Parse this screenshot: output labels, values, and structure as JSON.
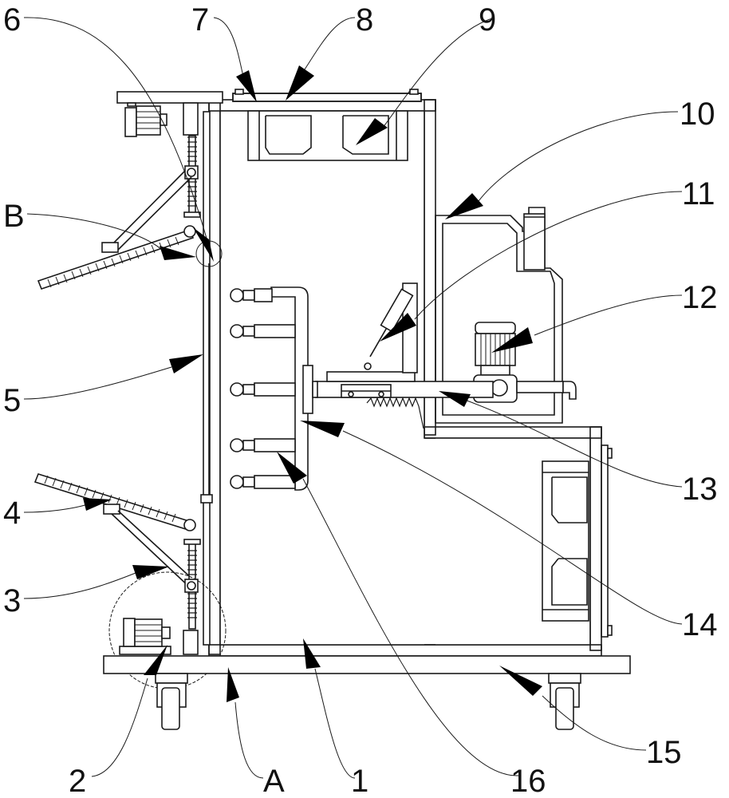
{
  "figure": {
    "type": "patent-drawing",
    "description": "Sectional side view of a mobile cleaning cart apparatus",
    "line_color": "#1a1a1a",
    "background": "#ffffff"
  },
  "labels": [
    {
      "id": "1",
      "text": "1",
      "part": "main-cabinet"
    },
    {
      "id": "2",
      "text": "2",
      "part": "drive-motor-lower"
    },
    {
      "id": "3",
      "text": "3",
      "part": "support-link-lower"
    },
    {
      "id": "4",
      "text": "4",
      "part": "brush-arm-lower"
    },
    {
      "id": "5",
      "text": "5",
      "part": "side-guide-rod"
    },
    {
      "id": "6",
      "text": "6",
      "part": "pivot-joint-upper"
    },
    {
      "id": "7",
      "text": "7",
      "part": "top-plate"
    },
    {
      "id": "8",
      "text": "8",
      "part": "top-cover"
    },
    {
      "id": "9",
      "text": "9",
      "part": "storage-box-top"
    },
    {
      "id": "10",
      "text": "10",
      "part": "water-tank"
    },
    {
      "id": "11",
      "text": "11",
      "part": "hydraulic-cylinder"
    },
    {
      "id": "12",
      "text": "12",
      "part": "pump-motor"
    },
    {
      "id": "13",
      "text": "13",
      "part": "water-pipe"
    },
    {
      "id": "14",
      "text": "14",
      "part": "nozzle-manifold"
    },
    {
      "id": "15",
      "text": "15",
      "part": "base-plate"
    },
    {
      "id": "16",
      "text": "16",
      "part": "spray-nozzle"
    },
    {
      "id": "A",
      "text": "A",
      "part": "detail-circle-a"
    },
    {
      "id": "B",
      "text": "B",
      "part": "detail-circle-b"
    }
  ]
}
